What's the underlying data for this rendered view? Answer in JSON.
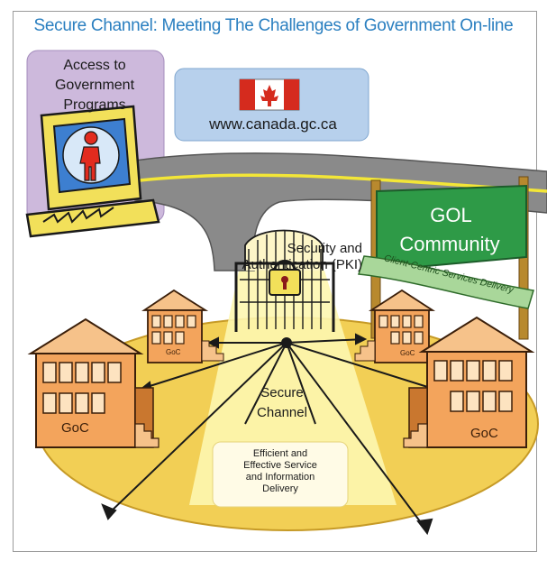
{
  "title": "Secure Channel: Meeting The Challenges of Government On-line",
  "access_box": {
    "line1": "Access to",
    "line2": "Government",
    "line3": "Programs"
  },
  "website": {
    "url": "www.canada.gc.ca"
  },
  "gate": {
    "label_line1": "Security and",
    "label_line2": "Authentication (PKI)"
  },
  "gol_banner": {
    "line1": "GOL",
    "line2": "Community",
    "ribbon": "Client-Centric Services Delivery"
  },
  "hub": {
    "label_line1": "Secure",
    "label_line2": "Channel"
  },
  "bottom_box": {
    "line1": "Efficient and",
    "line2": "Effective Service",
    "line3": "and Information",
    "line4": "Delivery"
  },
  "buildings": [
    {
      "label": "GoC"
    },
    {
      "label": "GoC"
    },
    {
      "label": "GoC"
    },
    {
      "label": "GoC"
    }
  ],
  "colors": {
    "title": "#2a7fc0",
    "access_box": "#cdb9dc",
    "url_box": "#b7d0ec",
    "plate": "#f2cf55",
    "light_path": "#fdf6b0",
    "road": "#8a8a8a",
    "road_line": "#f3e637",
    "banner": "#2e9a47",
    "ribbon": "#a9d79a",
    "building": "#f3a45c",
    "building_dark": "#c9772f"
  },
  "icons": [
    "monitor-icon",
    "person-icon",
    "canada-flag-icon",
    "gate-icon",
    "padlock-icon",
    "building-icon",
    "arrow-icon"
  ]
}
